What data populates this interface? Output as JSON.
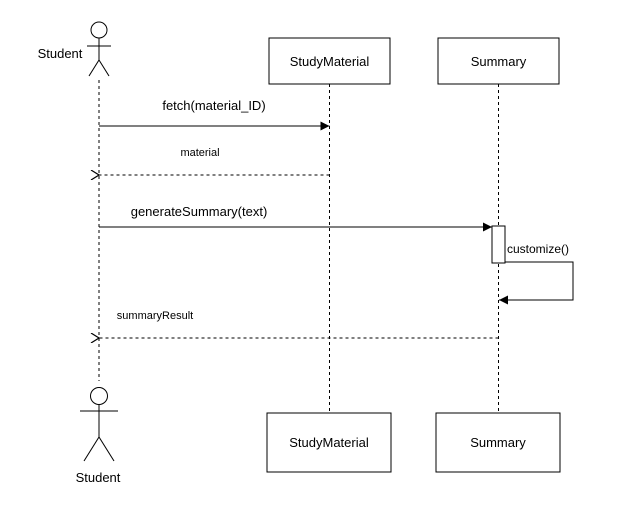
{
  "actors": {
    "student_top": "Student",
    "student_bottom": "Student"
  },
  "participants": {
    "study_material_top": "StudyMaterial",
    "summary_top": "Summary",
    "study_material_bottom": "StudyMaterial",
    "summary_bottom": "Summary"
  },
  "messages": {
    "fetch": "fetch(material_ID)",
    "material": "material",
    "generate_summary": "generateSummary(text)",
    "customize": "customize()",
    "summary_result": "summaryResult"
  }
}
